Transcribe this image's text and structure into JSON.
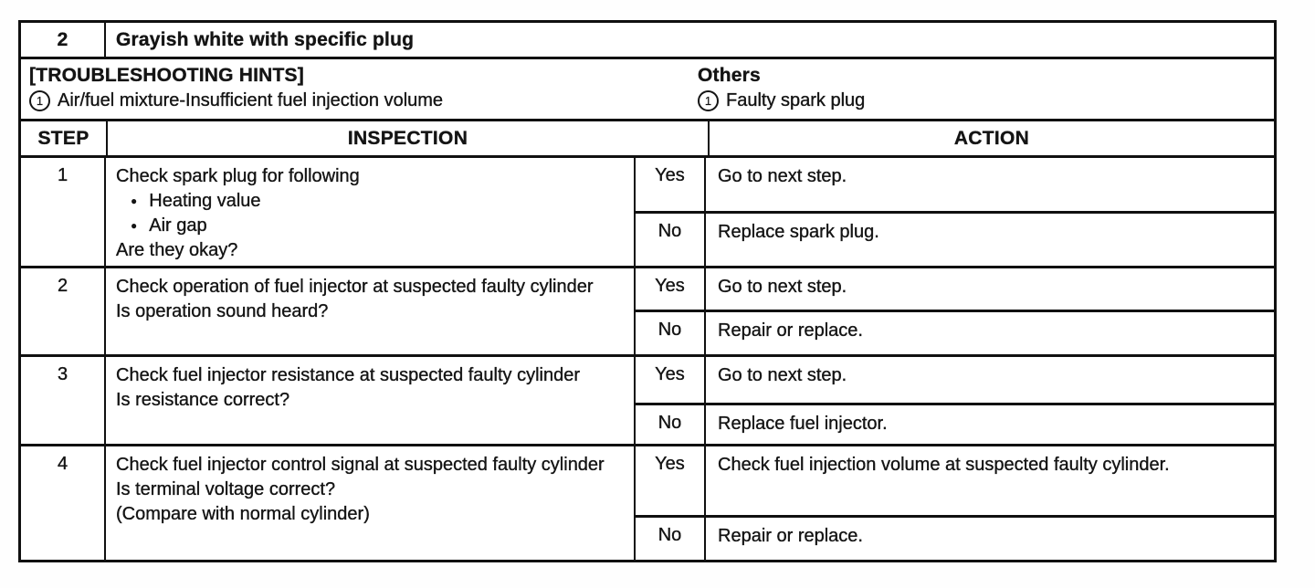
{
  "code_row": {
    "number": "2",
    "description": "Grayish white with specific plug"
  },
  "hints": {
    "title": "[TROUBLESHOOTING HINTS]",
    "items": [
      {
        "num": "1",
        "text": "Air/fuel mixture-Insufficient fuel injection volume"
      }
    ],
    "others_title": "Others",
    "others_items": [
      {
        "num": "1",
        "text": "Faulty spark plug"
      }
    ]
  },
  "headers": {
    "step": "STEP",
    "inspection": "INSPECTION",
    "action": "ACTION"
  },
  "steps": [
    {
      "number": "1",
      "inspection": [
        {
          "text": "Check spark plug for following",
          "bullet": false
        },
        {
          "text": "Heating value",
          "bullet": true
        },
        {
          "text": "Air gap",
          "bullet": true
        },
        {
          "text": "Are they okay?",
          "bullet": false
        }
      ],
      "branches": [
        {
          "answer": "Yes",
          "action": "Go to next step."
        },
        {
          "answer": "No",
          "action": "Replace spark plug."
        }
      ]
    },
    {
      "number": "2",
      "inspection": [
        {
          "text": "Check operation of fuel injector at suspected faulty cylinder",
          "bullet": false
        },
        {
          "text": "Is operation sound heard?",
          "bullet": false
        }
      ],
      "branches": [
        {
          "answer": "Yes",
          "action": "Go to next step."
        },
        {
          "answer": "No",
          "action": "Repair or replace."
        }
      ]
    },
    {
      "number": "3",
      "inspection": [
        {
          "text": "Check fuel injector resistance at suspected faulty cylinder",
          "bullet": false
        },
        {
          "text": "Is resistance correct?",
          "bullet": false
        }
      ],
      "branches": [
        {
          "answer": "Yes",
          "action": "Go to next step."
        },
        {
          "answer": "No",
          "action": "Replace fuel injector."
        }
      ]
    },
    {
      "number": "4",
      "inspection": [
        {
          "text": "Check fuel injector control signal at suspected faulty cylinder",
          "bullet": false
        },
        {
          "text": "Is terminal voltage correct?",
          "bullet": false
        },
        {
          "text": "(Compare with normal cylinder)",
          "bullet": false
        }
      ],
      "branches": [
        {
          "answer": "Yes",
          "action": "Check fuel injection volume at suspected faulty cylinder."
        },
        {
          "answer": "No",
          "action": "Repair or replace."
        }
      ]
    }
  ],
  "colors": {
    "ink": "#141414",
    "paper": "#ffffff"
  }
}
